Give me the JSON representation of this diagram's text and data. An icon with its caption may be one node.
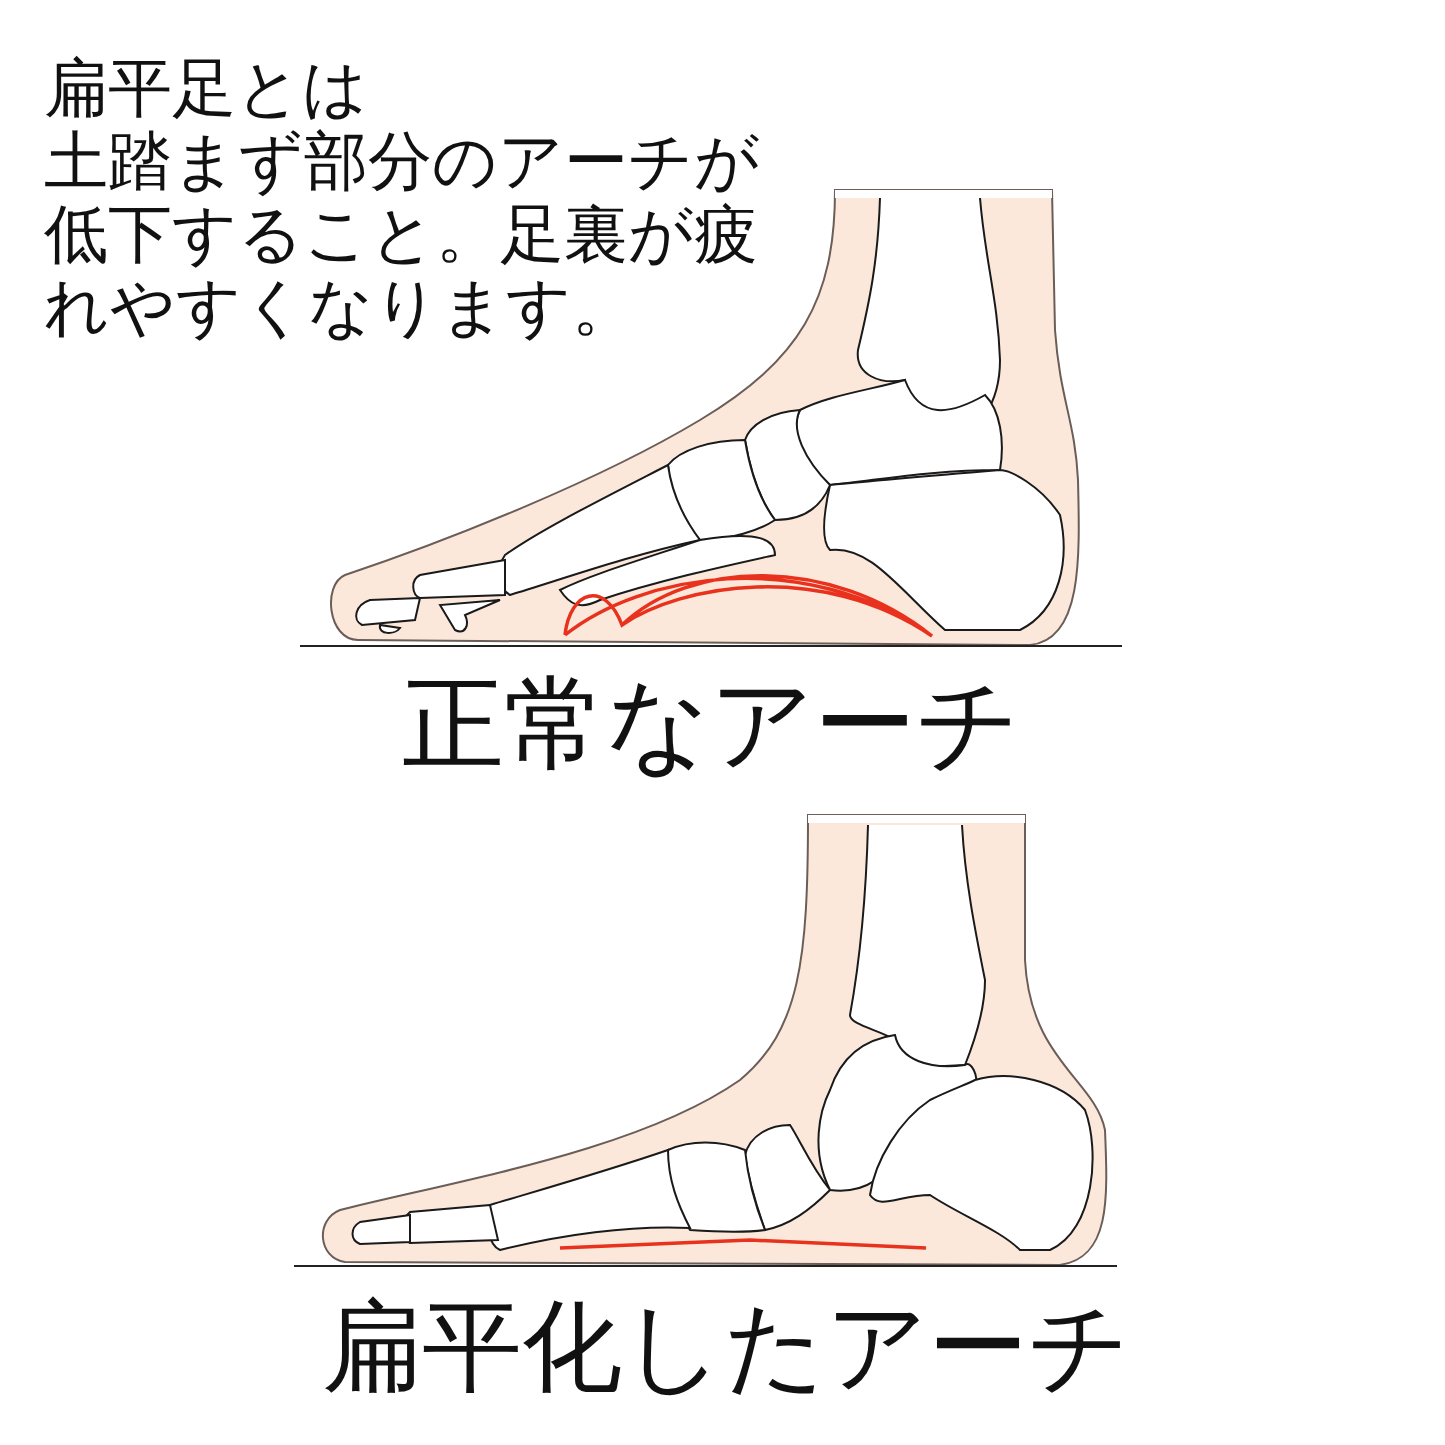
{
  "diagram": {
    "title": "扁平足とは",
    "labels": [
      "土踏まず部分のアーチが低下すること。足裏が疲れやすくなります。",
      "正常なアーチ",
      "扁平化したアーチ"
    ]
  }
}
